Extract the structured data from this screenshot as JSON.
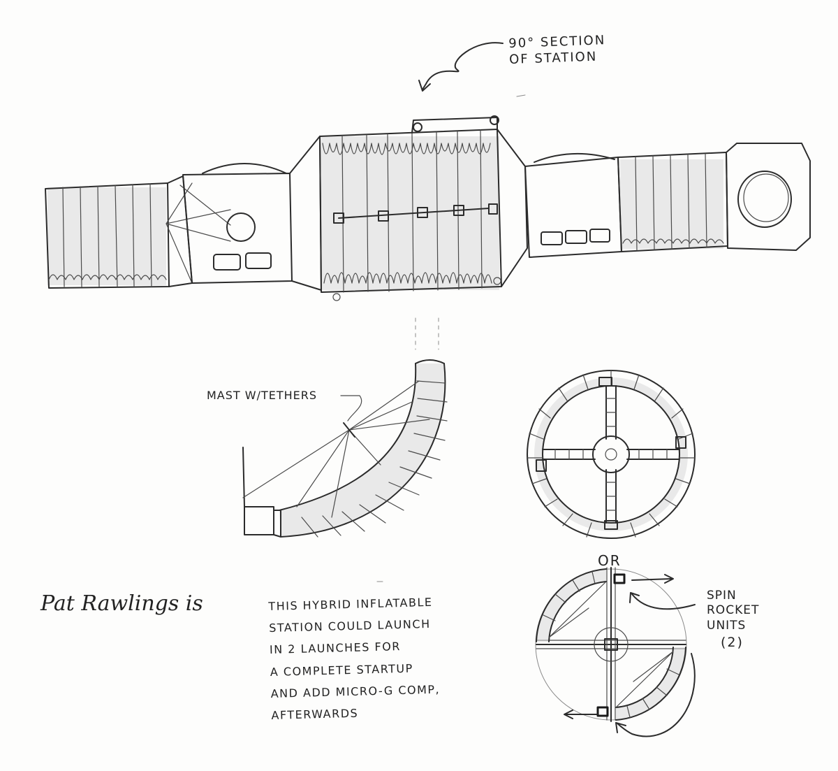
{
  "labels": {
    "section_note": "90° SECTION\nOF STATION",
    "mast_note": "MAST W/TETHERS",
    "or_note": "OR",
    "spin_note": "SPIN\nROCKET\nUNITS",
    "spin_count": "(2)",
    "description": "THIS HYBRID INFLATABLE\nSTATION COULD LAUNCH\nIN 2 LAUNCHES FOR\nA COMPLETE STARTUP\nAND ADD MICRO-G COMP,\nAFTERWARDS",
    "signature": "Pat Rawlings is"
  },
  "colors": {
    "ink": "#2b2b2b",
    "paper": "#fdfdfc"
  }
}
